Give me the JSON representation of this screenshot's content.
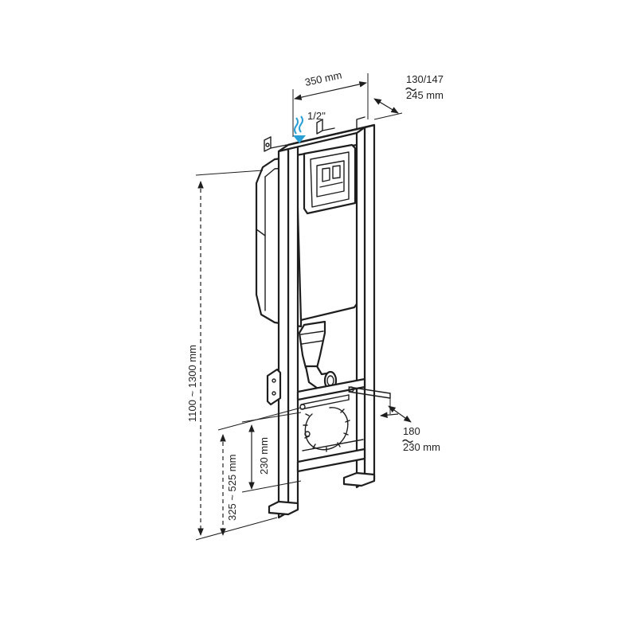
{
  "dimensions": {
    "width_label": "350 mm",
    "depth_label_line1": "130/147",
    "depth_label_line2": "245 mm",
    "water_inlet_label": "1/2''",
    "total_height_label": "1100 ~ 1300 mm",
    "bolt_height_range_label": "325 ~ 525 mm",
    "drain_height_label": "230 mm",
    "bolt_length_line1": "180",
    "bolt_length_line2": "230 mm"
  },
  "colors": {
    "line": "#1e1e1e",
    "water_arrow": "#2a9fd6",
    "background": "#ffffff"
  },
  "icons": {
    "water_inlet": "water-flow-arrow-icon"
  }
}
